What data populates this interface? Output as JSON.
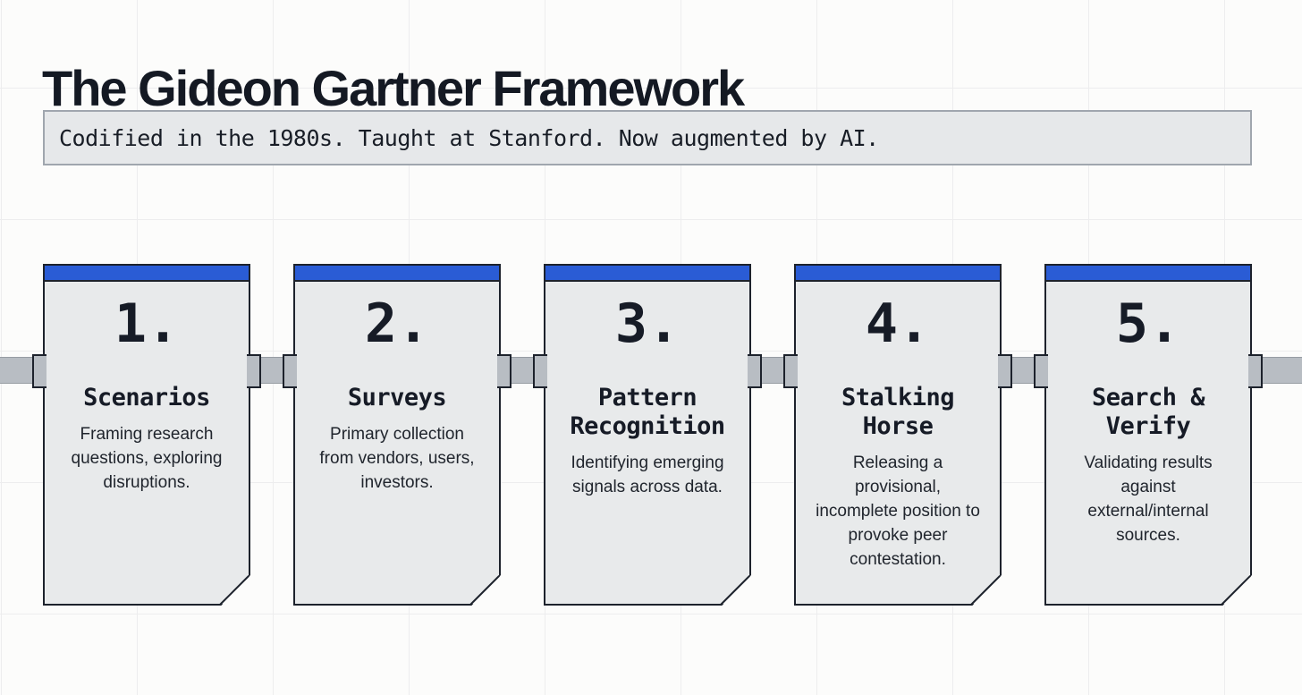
{
  "page": {
    "title": "The Gideon Gartner Framework",
    "subtitle": "Codified in the 1980s. Taught at Stanford. Now augmented by AI."
  },
  "colors": {
    "accent_blue": "#2a5cd5",
    "card_background": "#e8eaeb",
    "card_border": "#1d222c",
    "connector_gray": "#b8bdc3"
  },
  "steps": [
    {
      "number": "1.",
      "title": "Scenarios",
      "description": "Framing research questions, exploring disruptions."
    },
    {
      "number": "2.",
      "title": "Surveys",
      "description": "Primary collection from vendors, users, investors."
    },
    {
      "number": "3.",
      "title": "Pattern Recognition",
      "description": "Identifying emerging signals across data."
    },
    {
      "number": "4.",
      "title": "Stalking Horse",
      "description": "Releasing a provisional, incomplete position to provoke peer contestation."
    },
    {
      "number": "5.",
      "title": "Search & Verify",
      "description": "Validating results against external/internal sources."
    }
  ]
}
